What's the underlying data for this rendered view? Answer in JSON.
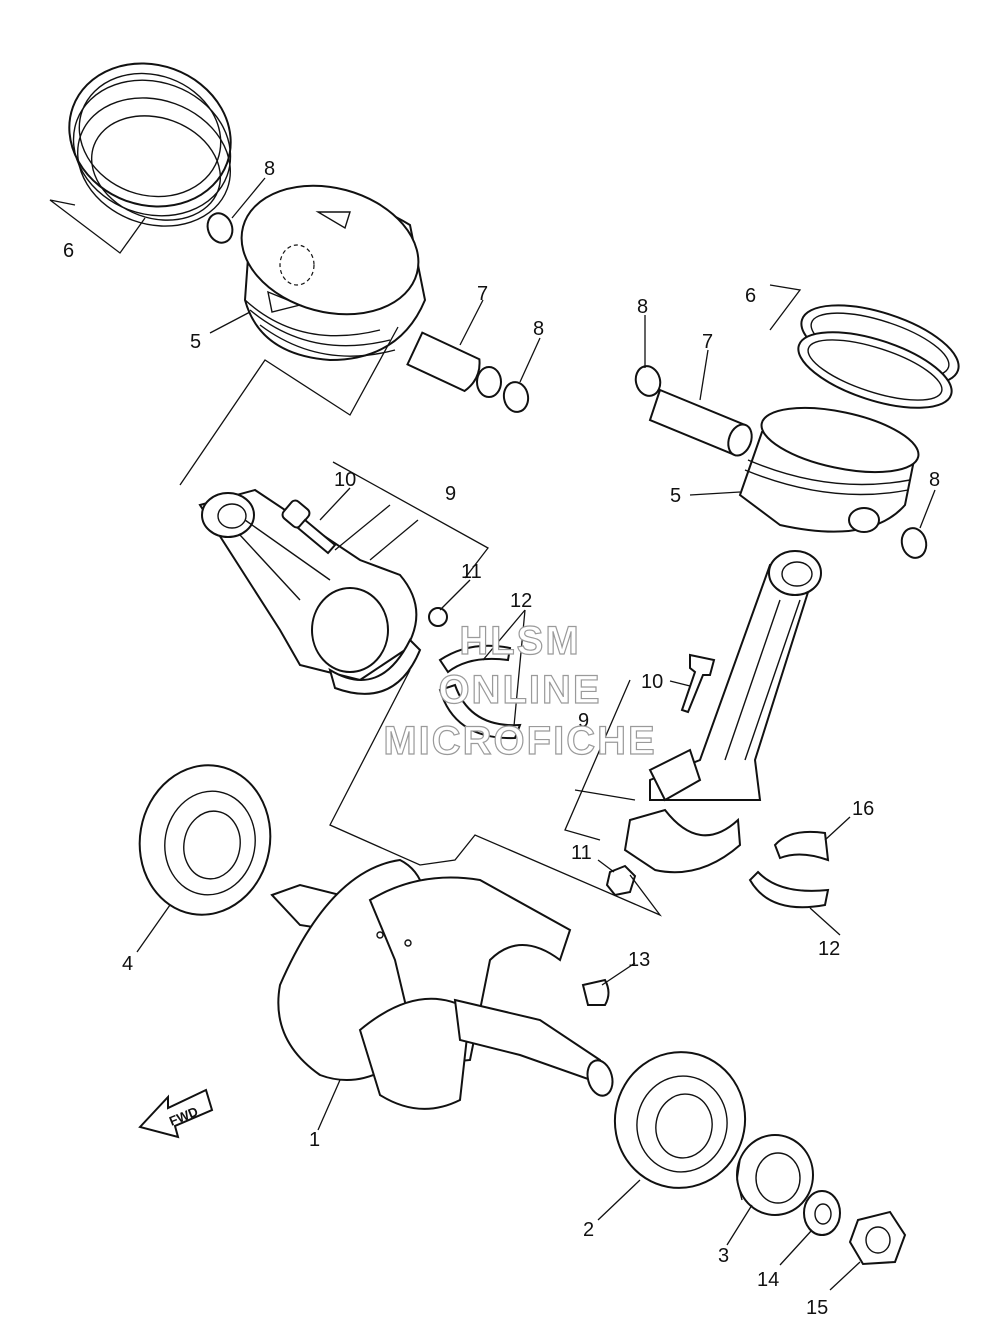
{
  "callouts": [
    {
      "id": "c1",
      "label": "1"
    },
    {
      "id": "c2",
      "label": "2"
    },
    {
      "id": "c3",
      "label": "3"
    },
    {
      "id": "c4",
      "label": "4"
    },
    {
      "id": "c5a",
      "label": "5"
    },
    {
      "id": "c5b",
      "label": "5"
    },
    {
      "id": "c6a",
      "label": "6"
    },
    {
      "id": "c6b",
      "label": "6"
    },
    {
      "id": "c7a",
      "label": "7"
    },
    {
      "id": "c7b",
      "label": "7"
    },
    {
      "id": "c8a",
      "label": "8"
    },
    {
      "id": "c8b",
      "label": "8"
    },
    {
      "id": "c8c",
      "label": "8"
    },
    {
      "id": "c8d",
      "label": "8"
    },
    {
      "id": "c9a",
      "label": "9"
    },
    {
      "id": "c9b",
      "label": "9"
    },
    {
      "id": "c10a",
      "label": "10"
    },
    {
      "id": "c10b",
      "label": "10"
    },
    {
      "id": "c11a",
      "label": "11"
    },
    {
      "id": "c11b",
      "label": "11"
    },
    {
      "id": "c12a",
      "label": "12"
    },
    {
      "id": "c12b",
      "label": "12"
    },
    {
      "id": "c13",
      "label": "13"
    },
    {
      "id": "c14",
      "label": "14"
    },
    {
      "id": "c15",
      "label": "15"
    },
    {
      "id": "c16",
      "label": "16"
    }
  ],
  "direction_arrow": "FWD",
  "watermark": [
    "HLSM",
    "ONLINE",
    "MICROFICHE"
  ]
}
